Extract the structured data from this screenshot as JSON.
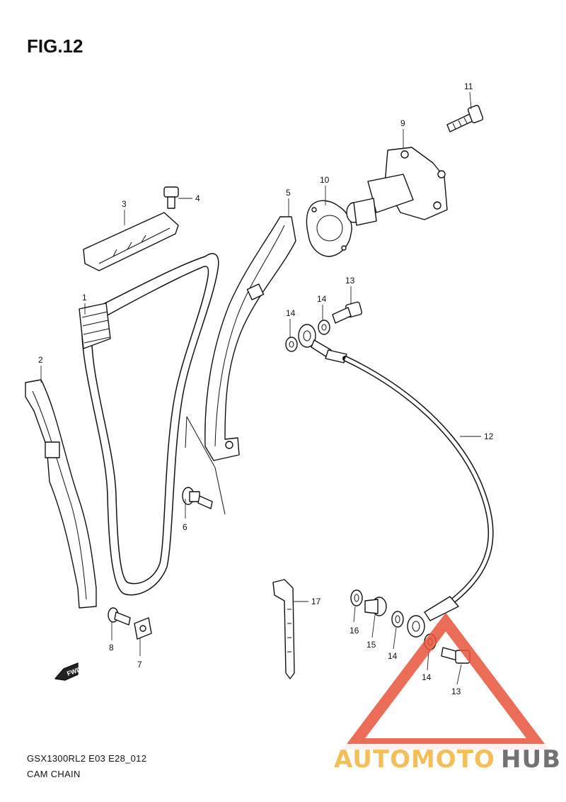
{
  "figure": {
    "title": "FIG.12",
    "model_code": "GSX1300RL2 E03 E28_012",
    "section_name": "CAM CHAIN"
  },
  "callouts": {
    "c1": "1",
    "c2": "2",
    "c3": "3",
    "c4": "4",
    "c5": "5",
    "c6": "6",
    "c7": "7",
    "c8": "8",
    "c9": "9",
    "c10": "10",
    "c11": "11",
    "c12": "12",
    "c13a": "13",
    "c13b": "13",
    "c14a": "14",
    "c14b": "14",
    "c14c": "14",
    "c14d": "14",
    "c15": "15",
    "c16": "16",
    "c17": "17"
  },
  "direction_marker": "FWD",
  "watermark": {
    "part1": "AUTOMOTO",
    "part2": "HUB",
    "color_primary": "#e8533a",
    "color_secondary": "#f3b43c",
    "color_dark": "#5a5a5a"
  }
}
